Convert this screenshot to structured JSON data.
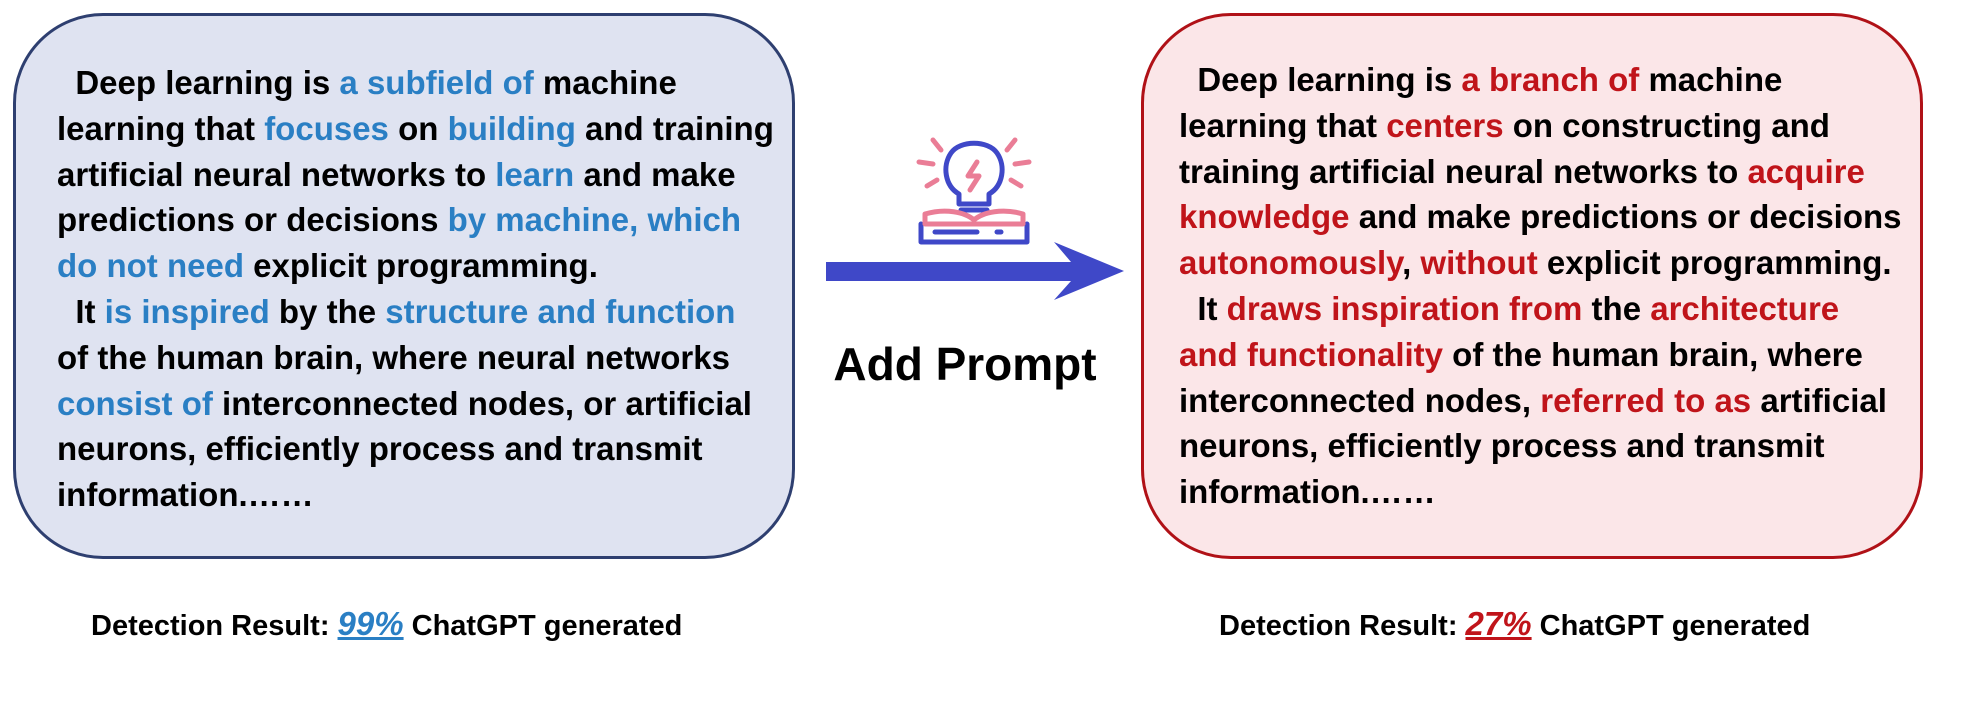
{
  "left_panel": {
    "lines": [
      [
        {
          "t": "  Deep learning is ",
          "h": false
        },
        {
          "t": "a subfield of",
          "h": true
        },
        {
          "t": " machine",
          "h": false
        }
      ],
      [
        {
          "t": "learning that ",
          "h": false
        },
        {
          "t": "focuses",
          "h": true
        },
        {
          "t": " on ",
          "h": false
        },
        {
          "t": "building",
          "h": true
        },
        {
          "t": " and training",
          "h": false
        }
      ],
      [
        {
          "t": "artificial neural networks to ",
          "h": false
        },
        {
          "t": "learn",
          "h": true
        },
        {
          "t": " and make",
          "h": false
        }
      ],
      [
        {
          "t": "predictions or decisions ",
          "h": false
        },
        {
          "t": "by machine, which",
          "h": true
        }
      ],
      [
        {
          "t": "do not need",
          "h": true
        },
        {
          "t": " explicit programming.",
          "h": false
        }
      ],
      [
        {
          "t": "  It ",
          "h": false
        },
        {
          "t": "is inspired",
          "h": true
        },
        {
          "t": " by the ",
          "h": false
        },
        {
          "t": "structure and function",
          "h": true
        }
      ],
      [
        {
          "t": "of the human brain, where neural networks",
          "h": false
        }
      ],
      [
        {
          "t": "consist of",
          "h": true
        },
        {
          "t": " interconnected nodes, or artificial",
          "h": false
        }
      ],
      [
        {
          "t": "neurons, efficiently process and transmit",
          "h": false
        }
      ],
      [
        {
          "t": "information.……",
          "h": false
        }
      ]
    ],
    "result": {
      "label": "Detection Result: ",
      "percent": "99%",
      "suffix": " ChatGPT generated"
    }
  },
  "middle": {
    "label": "Add Prompt",
    "icon": "lightbulb-book-icon",
    "arrow": "right-arrow-icon"
  },
  "right_panel": {
    "lines": [
      [
        {
          "t": "  Deep learning is ",
          "h": false
        },
        {
          "t": "a branch of",
          "h": true
        },
        {
          "t": " machine",
          "h": false
        }
      ],
      [
        {
          "t": "learning that ",
          "h": false
        },
        {
          "t": "centers",
          "h": true
        },
        {
          "t": " on constructing and",
          "h": false
        }
      ],
      [
        {
          "t": "training artificial neural networks to ",
          "h": false
        },
        {
          "t": "acquire",
          "h": true
        }
      ],
      [
        {
          "t": "knowledge",
          "h": true
        },
        {
          "t": " and make predictions or decisions",
          "h": false
        }
      ],
      [
        {
          "t": "autonomously",
          "h": true
        },
        {
          "t": ", ",
          "h": false
        },
        {
          "t": "without",
          "h": true
        },
        {
          "t": " explicit programming.",
          "h": false
        }
      ],
      [
        {
          "t": "  It ",
          "h": false
        },
        {
          "t": "draws inspiration from",
          "h": true
        },
        {
          "t": " the ",
          "h": false
        },
        {
          "t": "architecture",
          "h": true
        }
      ],
      [
        {
          "t": "and functionality",
          "h": true
        },
        {
          "t": " of the human brain, where",
          "h": false
        }
      ],
      [
        {
          "t": "interconnected nodes, ",
          "h": false
        },
        {
          "t": "referred to as",
          "h": true
        },
        {
          "t": " artificial",
          "h": false
        }
      ],
      [
        {
          "t": "neurons, efficiently process and transmit",
          "h": false
        }
      ],
      [
        {
          "t": "information.……",
          "h": false
        }
      ]
    ],
    "result": {
      "label": "Detection Result: ",
      "percent": "27%",
      "suffix": " ChatGPT generated"
    }
  },
  "colors": {
    "left_highlight": "#2a7fc4",
    "left_fill": "#dfe3f1",
    "left_border": "#2e3f70",
    "right_highlight": "#c0141a",
    "right_fill": "#fbe6e8",
    "right_border": "#b01117",
    "arrow": "#3f48c8",
    "icon_outline": "#3f48c8",
    "icon_accent": "#ea7d96"
  }
}
